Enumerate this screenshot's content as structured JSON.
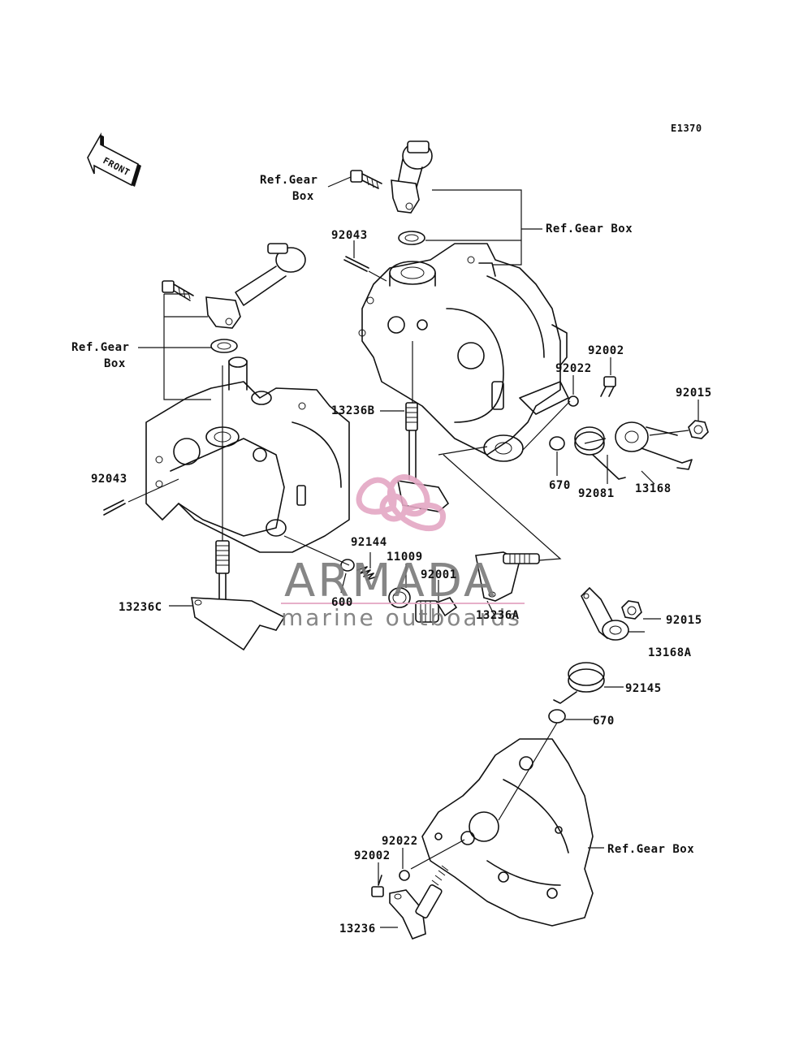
{
  "diagram_code": "E1370",
  "front_arrow_text": "FRONT",
  "labels": {
    "ref_gear_box_top_a": "Ref.Gear",
    "ref_gear_box_top_b": "Box",
    "ref_gear_box_top_right": "Ref.Gear Box",
    "p92043_top": "92043",
    "ref_gear_box_left_a": "Ref.Gear",
    "ref_gear_box_left_b": "Box",
    "p92002_top": "92002",
    "p92022_top": "92022",
    "p92015_top": "92015",
    "p13236B": "13236B",
    "p670_top": "670",
    "p92081": "92081",
    "p13168": "13168",
    "p92043_left": "92043",
    "p92144": "92144",
    "p11009": "11009",
    "p92001": "92001",
    "p600": "600",
    "p13236C": "13236C",
    "p13236A": "13236A",
    "p92015_mid": "92015",
    "p13168A": "13168A",
    "p92145": "92145",
    "p670_mid": "670",
    "p92022_bottom": "92022",
    "p92002_bottom": "92002",
    "ref_gear_box_bottom": "Ref.Gear Box",
    "p13236": "13236"
  },
  "watermark": {
    "brand": "ARMADA",
    "tagline": "marine outboards",
    "logo_color": "#e4a7c4",
    "text_color": "#7a7a7a"
  }
}
